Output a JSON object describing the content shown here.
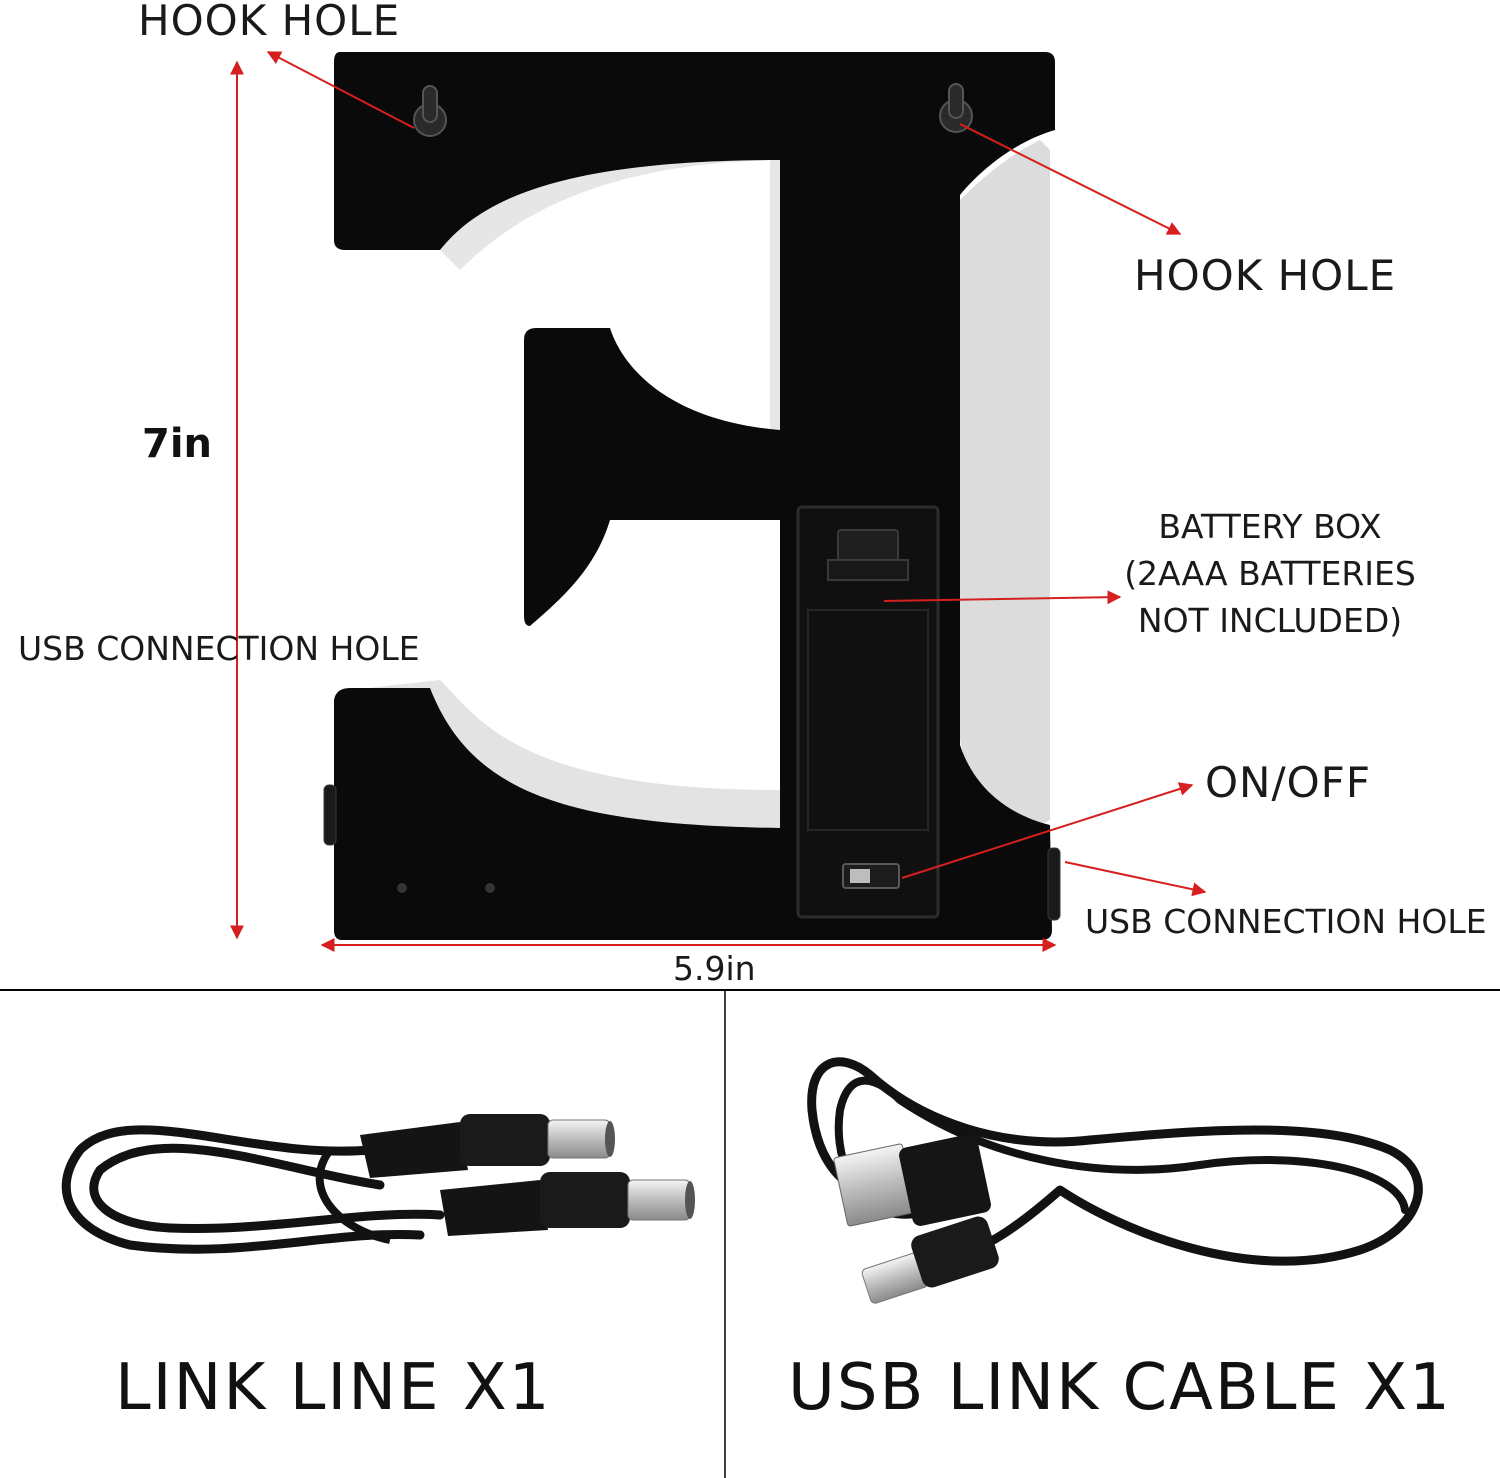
{
  "labels": {
    "hook_hole_top": "HOOK HOLE",
    "hook_hole_right": "HOOK HOLE",
    "height": "7in",
    "usb_hole_left": "USB CONNECTION HOLE",
    "battery_line1": "BATTERY BOX",
    "battery_line2": "(2AAA BATTERIES",
    "battery_line3": "NOT INCLUDED)",
    "on_off": "ON/OFF",
    "usb_hole_right": "USB CONNECTION HOLE",
    "width": "5.9in"
  },
  "panels": {
    "link_line": "LINK LINE  X1",
    "usb_link_cable": "USB LINK CABLE  X1"
  },
  "colors": {
    "letter_body": "#0a0a0a",
    "edge_light": "#e6e6e6",
    "arrow": "#d61f1f",
    "divider": "#000000",
    "cable": "#121212"
  }
}
